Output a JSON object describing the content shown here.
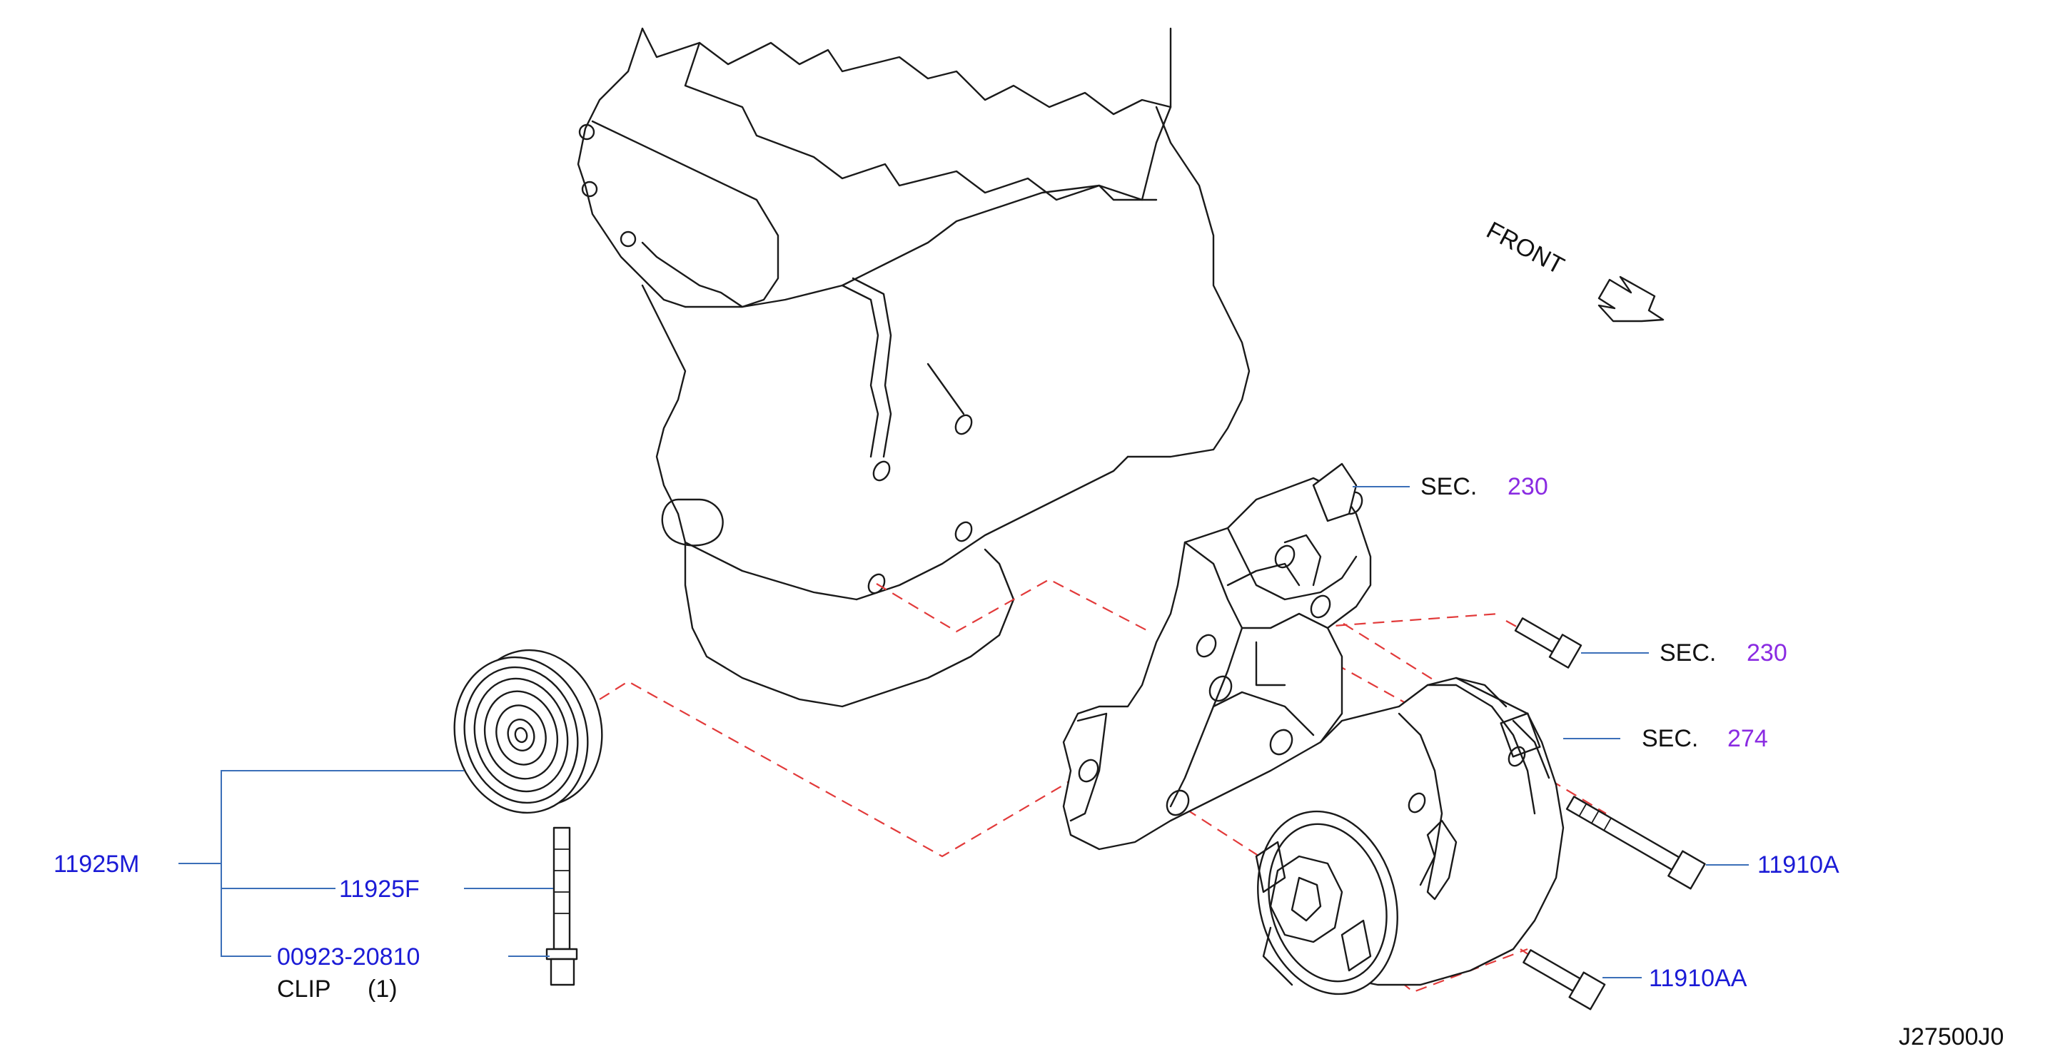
{
  "diagram": {
    "front_label": "FRONT",
    "figure_code": "J27500J0",
    "callouts": {
      "sec_230_top": {
        "prefix": "SEC.",
        "number": "230"
      },
      "sec_230_mid": {
        "prefix": "SEC.",
        "number": "230"
      },
      "sec_274": {
        "prefix": "SEC.",
        "number": "274"
      },
      "p_11925M": "11925M",
      "p_11925F": "11925F",
      "p_00923": "00923-20810",
      "clip_label": "CLIP",
      "clip_qty": "(1)",
      "p_11910A": "11910A",
      "p_11910AA": "11910AA"
    },
    "colors": {
      "part_number": "#1b1bd6",
      "section_number": "#8a2be2",
      "leader_line": "#3b6fb8",
      "dashed_guide": "#e23a3a",
      "line_art": "#1a1a1a"
    }
  }
}
